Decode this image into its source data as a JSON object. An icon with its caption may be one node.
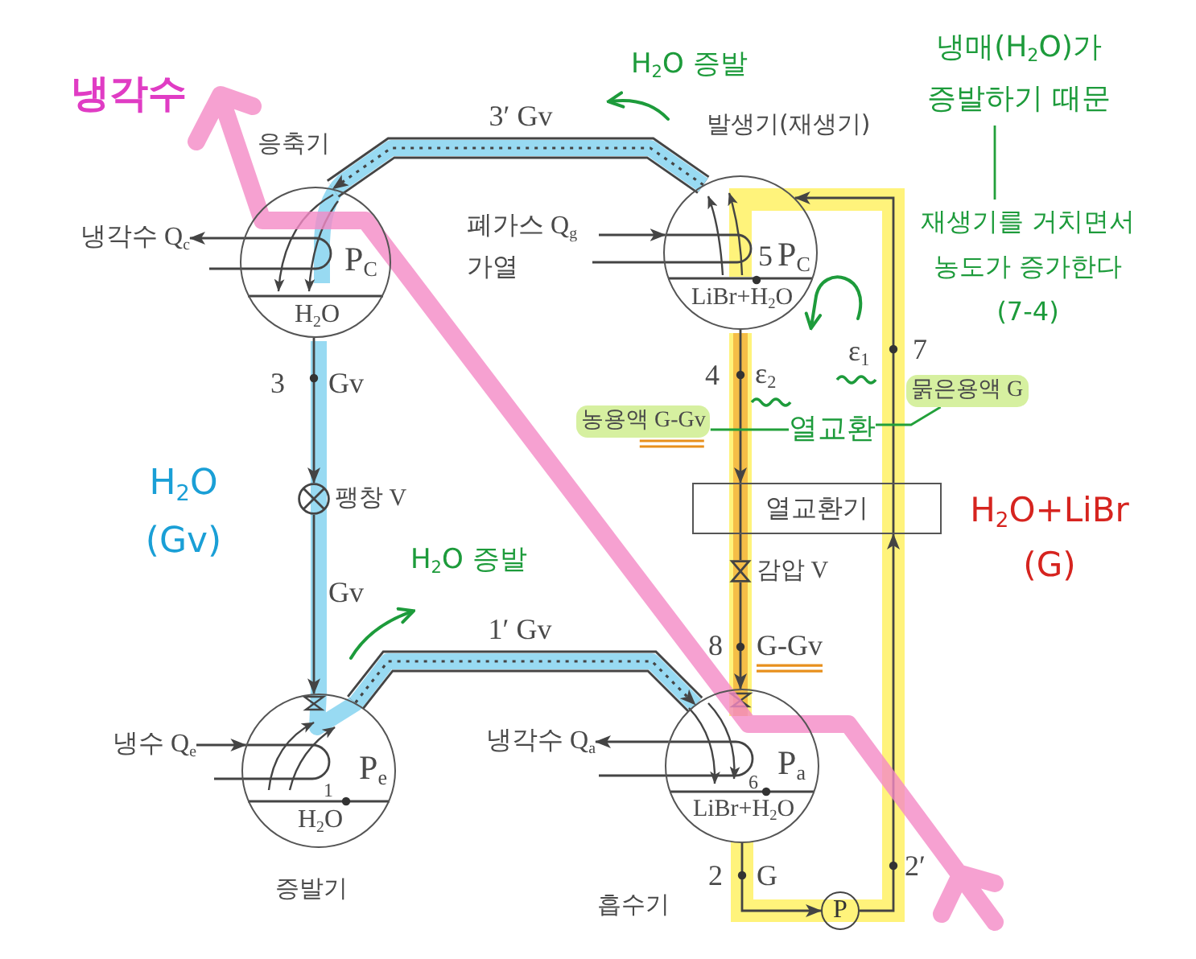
{
  "diagram": {
    "nodes": [
      {
        "text": [
          "응축기",
          "P$_{C}$",
          "H$_{2}$O"
        ]
      },
      {
        "text": [
          "발생기(재생기)",
          "5",
          "P$_{C}$",
          "LiBr+H$_{2}$O"
        ]
      },
      {
        "text": [
          "P$_{e}$",
          "1",
          "H$_{2}$O",
          "증발기"
        ]
      },
      {
        "text": [
          "P$_{a}$",
          "6",
          "LiBr+H$_{2}$O",
          "흡수기"
        ]
      },
      {
        "text": [
          "열교환기"
        ]
      },
      {
        "text": [],
        "shape": "valve",
        "beside": [
          "팽창 V"
        ]
      },
      {
        "text": [],
        "shape": "valve",
        "beside": [
          "감압 V"
        ]
      },
      {
        "text": [
          "P"
        ]
      },
      {
        "text": [
          "냉각수 Q$_{c}$"
        ]
      },
      {
        "text": [
          "폐가스 Q$_{g}$ 가열"
        ]
      },
      {
        "text": [
          "냉수 Q$_{e}$"
        ]
      },
      {
        "text": [
          "냉각수 Q$_{a}$"
        ]
      },
      {
        "text": [
          "농용액 G-Gv"
        ]
      },
      {
        "text": [
          "열교환"
        ]
      },
      {
        "text": [
          "묽은용액 G"
        ]
      },
      {
        "text": [
          "냉매(H$_{2}$O)가 증발하기 때문"
        ]
      },
      {
        "text": [
          "재생기를 거치면서 농도가 증가한다 (7-4)"
        ]
      }
    ],
    "edges": [
      {
        "from": 1,
        "to": 0,
        "arrow": "to",
        "label": "3′ Gv",
        "style": "thick"
      },
      {
        "from": 0,
        "to": 5,
        "arrow": "to"
      },
      {
        "from": 5,
        "to": 2,
        "arrow": "to"
      },
      {
        "from": 2,
        "to": 3,
        "arrow": "to",
        "label": "1′ Gv",
        "style": "thick"
      },
      {
        "from": 1,
        "to": 4,
        "arrow": "to"
      },
      {
        "from": 4,
        "to": 6,
        "arrow": "none"
      },
      {
        "from": 6,
        "to": 3,
        "arrow": "to"
      },
      {
        "from": 3,
        "to": 7,
        "arrow": "to"
      },
      {
        "from": 7,
        "to": 4,
        "arrow": "to"
      },
      {
        "from": 4,
        "to": 1,
        "arrow": "to"
      },
      {
        "from": 0,
        "to": 8,
        "arrow": "to"
      },
      {
        "from": 9,
        "to": 1,
        "arrow": "to"
      },
      {
        "from": 10,
        "to": 2,
        "arrow": "to"
      },
      {
        "from": 3,
        "to": 11,
        "arrow": "to"
      },
      {
        "from": 13,
        "to": 12,
        "arrow": "none",
        "color": "#22a03a"
      },
      {
        "from": 13,
        "to": 14,
        "arrow": "none",
        "color": "#22a03a"
      },
      {
        "from": 15,
        "to": 16,
        "arrow": "none",
        "color": "#22a03a"
      }
    ],
    "labels": [
      "냉각수",
      "H$_{2}$O 증발",
      "ε$_{1}$",
      "7",
      "3",
      "Gv",
      "4",
      "ε$_{2}$",
      "H$_{2}$O (Gv)",
      "H$_{2}$O+LiBr (G)",
      "H$_{2}$O 증발",
      "Gv",
      "8",
      "G-Gv",
      "2",
      "G",
      "2′"
    ]
  }
}
